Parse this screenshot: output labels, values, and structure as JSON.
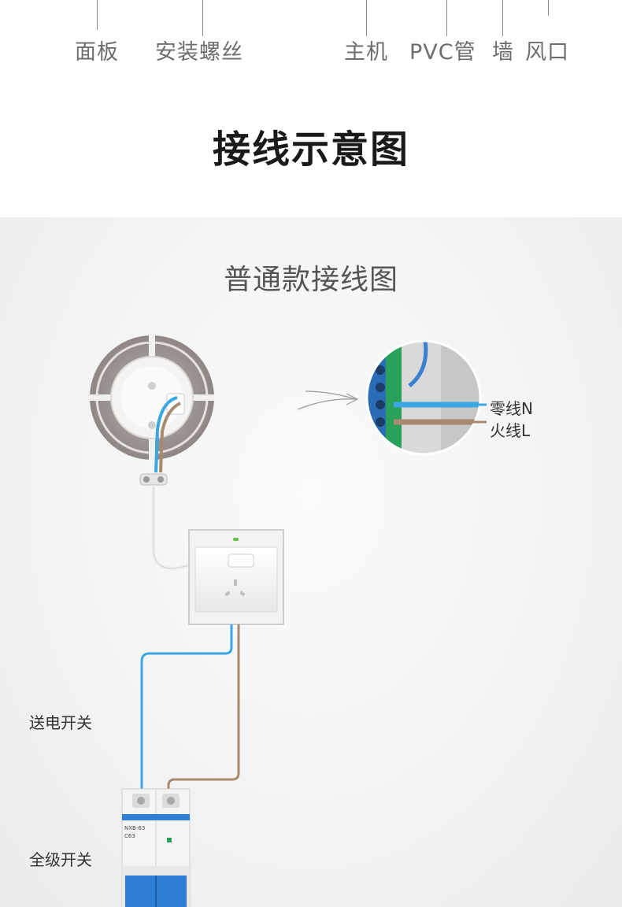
{
  "parts": {
    "panel": "面板",
    "screw": "安装螺丝",
    "host": "主机",
    "pvc": "PVC管",
    "wall": "墙",
    "vent": "风口"
  },
  "title": "接线示意图",
  "subtitle": "普通款接线图",
  "wires": {
    "neutral": "零线N",
    "live": "火线L"
  },
  "switches": {
    "power": "送电开关",
    "main": "全级开关"
  },
  "breaker": {
    "model": "NXB-63",
    "rating": "C63"
  },
  "colors": {
    "neutral_wire": "#3aa7e0",
    "live_wire": "#a88a6f",
    "breaker_blue": "#2f7fd6"
  }
}
